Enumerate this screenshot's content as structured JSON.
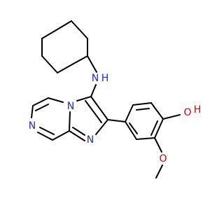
{
  "colors": {
    "bond": "#000000",
    "nitrogen": "#1f2fbf",
    "oxygen": "#d40000",
    "background": "#ffffff"
  },
  "molecule": {
    "atom_labels": {
      "amine_n": "N",
      "amine_h": "H",
      "imidazole_n_bridge": "N",
      "imidazole_n": "N",
      "pyrazine_n": "N",
      "hydroxyl_h": "H",
      "hydroxyl_o": "O",
      "methoxy_o": "O"
    }
  }
}
